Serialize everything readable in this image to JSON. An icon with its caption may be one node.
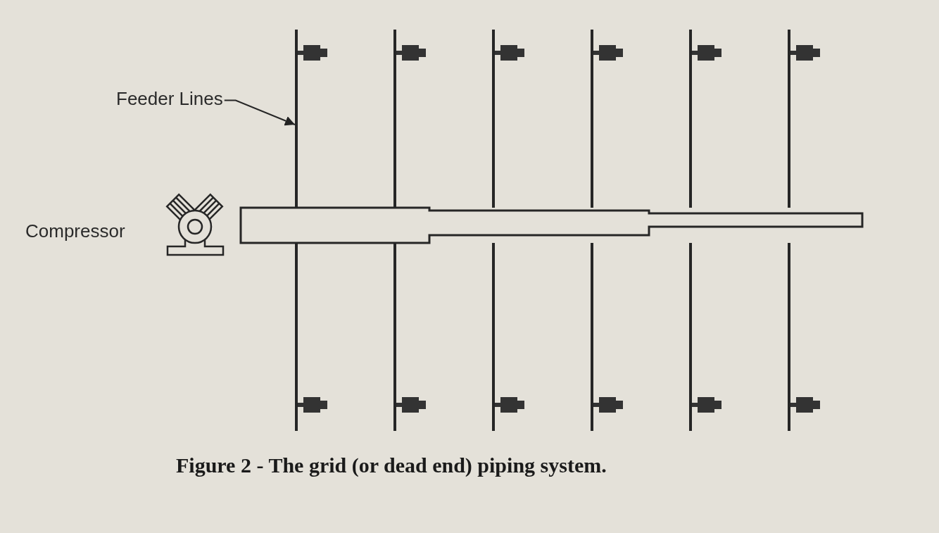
{
  "diagram": {
    "caption": "Figure 2 - The grid (or dead end) piping system.",
    "nodes": [
      {
        "text": [
          "Feeder Lines"
        ]
      },
      {
        "text": [],
        "shape": "bar"
      }
    ],
    "edges": [
      {
        "from": 0,
        "to": 1,
        "arrow": "to"
      }
    ],
    "labels": [
      "Compressor"
    ]
  }
}
